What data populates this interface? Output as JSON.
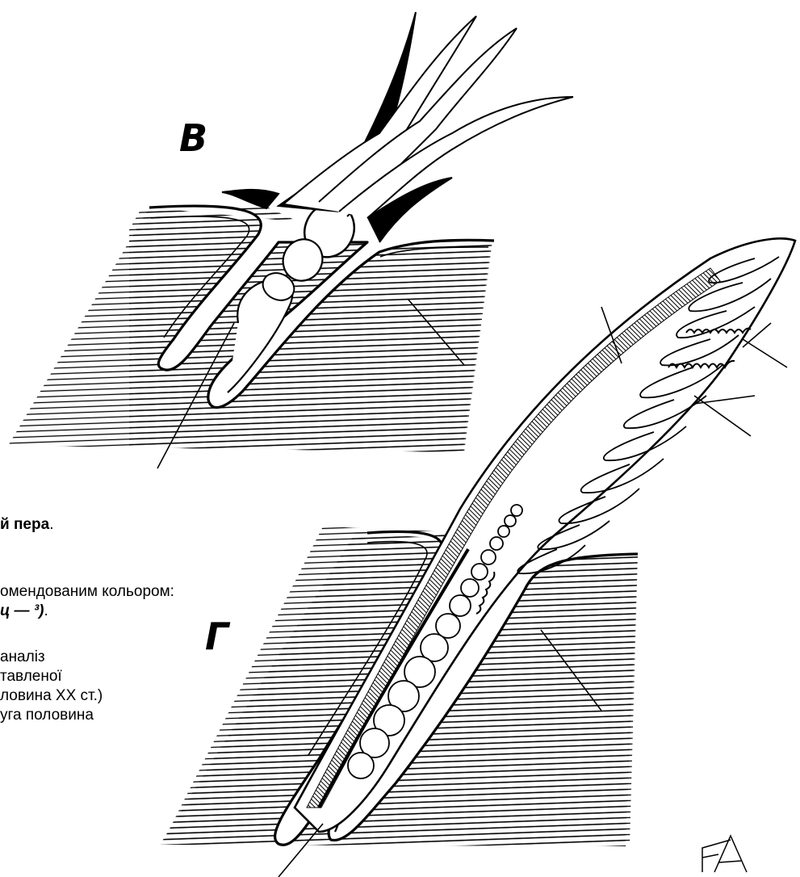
{
  "labels": {
    "figure_v": "В",
    "figure_g": "Г"
  },
  "text_lines": {
    "l1": "й пера",
    "l1_end": ".",
    "l2": "омендованим кольором:",
    "l3": "ц — ³)",
    "l3_end": ".",
    "l4": "аналіз",
    "l5": "тавленої",
    "l6": "ловина XX ст.)",
    "l7": "уга половина"
  },
  "colors": {
    "ink": "#000000",
    "paper": "#ffffff"
  }
}
